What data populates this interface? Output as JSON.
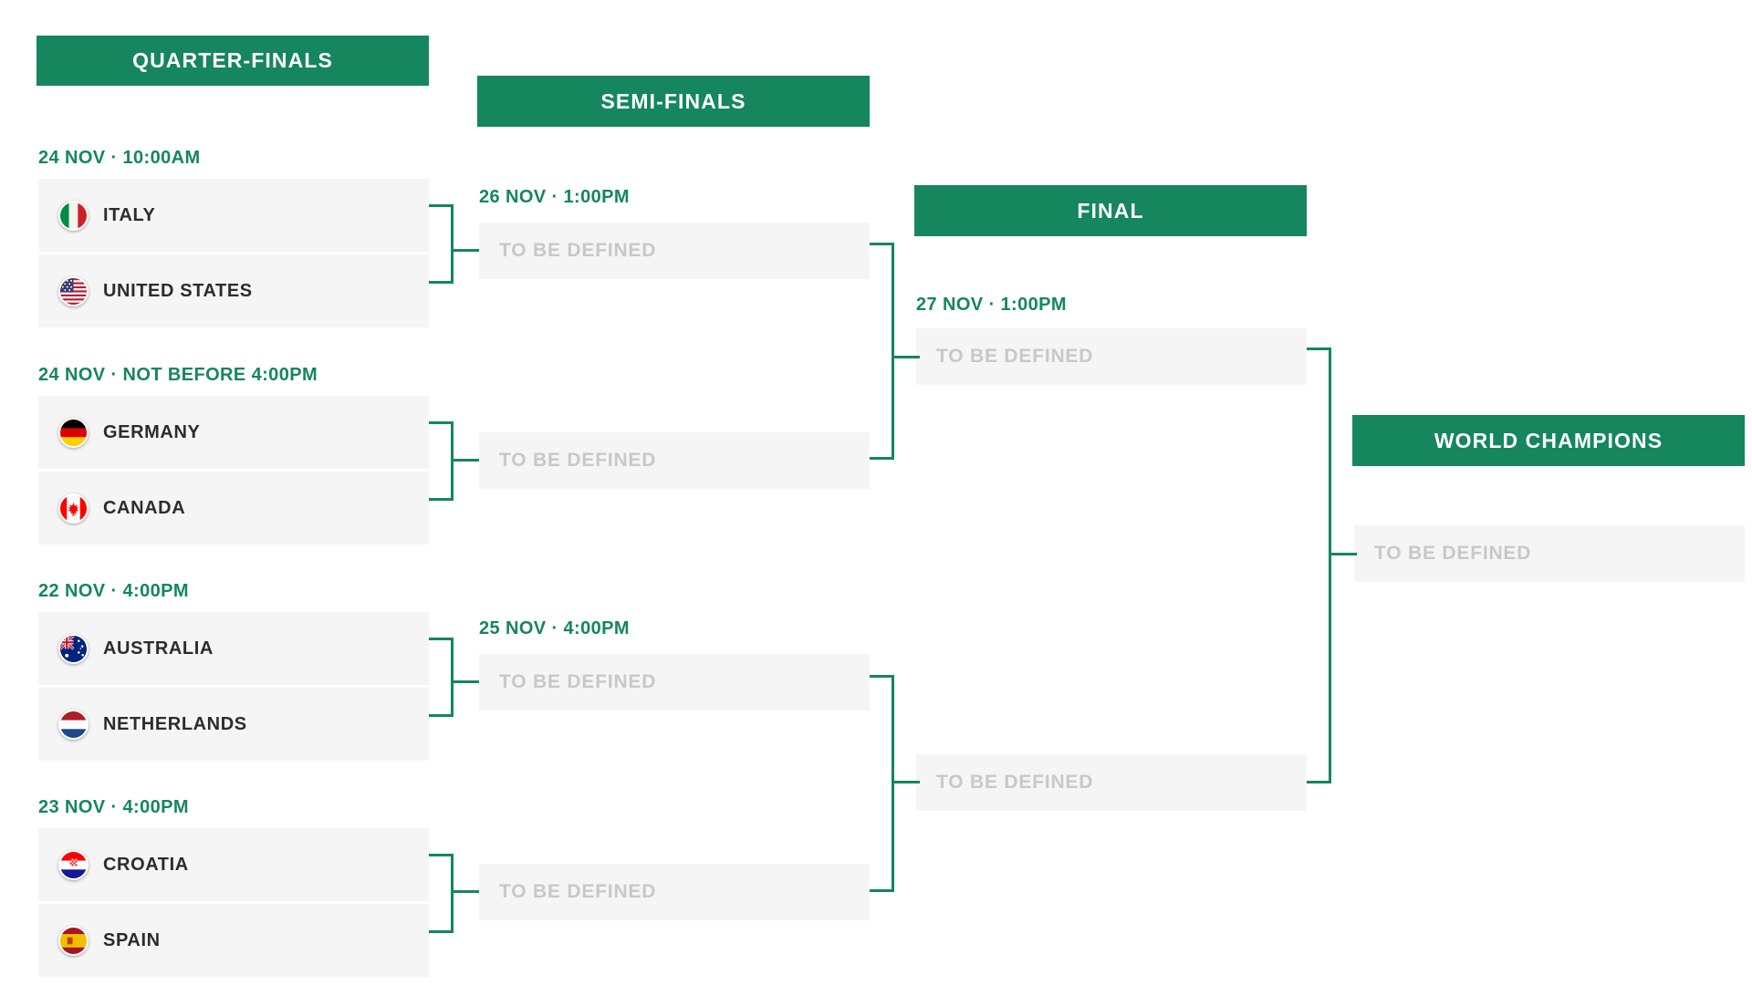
{
  "rounds": [
    {
      "id": "quarter-finals",
      "label": "QUARTER-FINALS"
    },
    {
      "id": "semi-finals",
      "label": "SEMI-FINALS"
    },
    {
      "id": "final",
      "label": "FINAL"
    },
    {
      "id": "world-champions",
      "label": "WORLD CHAMPIONS"
    }
  ],
  "quarter_finals": [
    {
      "date": "24 NOV · 10:00AM",
      "teams": [
        {
          "name": "ITALY",
          "flag": "flag-italy"
        },
        {
          "name": "UNITED STATES",
          "flag": "flag-united-states"
        }
      ]
    },
    {
      "date": "24 NOV · NOT BEFORE 4:00PM",
      "teams": [
        {
          "name": "GERMANY",
          "flag": "flag-germany"
        },
        {
          "name": "CANADA",
          "flag": "flag-canada"
        }
      ]
    },
    {
      "date": "22 NOV · 4:00PM",
      "teams": [
        {
          "name": "AUSTRALIA",
          "flag": "flag-australia"
        },
        {
          "name": "NETHERLANDS",
          "flag": "flag-netherlands"
        }
      ]
    },
    {
      "date": "23 NOV · 4:00PM",
      "teams": [
        {
          "name": "CROATIA",
          "flag": "flag-croatia"
        },
        {
          "name": "SPAIN",
          "flag": "flag-spain"
        }
      ]
    }
  ],
  "semi_finals": [
    {
      "date": "26 NOV · 1:00PM",
      "placeholder": "TO BE DEFINED"
    },
    {
      "date": "",
      "placeholder": "TO BE DEFINED"
    },
    {
      "date": "25 NOV · 4:00PM",
      "placeholder": "TO BE DEFINED"
    },
    {
      "date": "",
      "placeholder": "TO BE DEFINED"
    }
  ],
  "final": [
    {
      "date": "27 NOV · 1:00PM",
      "placeholder": "TO BE DEFINED"
    },
    {
      "date": "",
      "placeholder": "TO BE DEFINED"
    }
  ],
  "champion": {
    "placeholder": "TO BE DEFINED"
  },
  "colors": {
    "brand_green": "#15865E",
    "box_gray": "#F5F5F5",
    "team_text": "#2C2C2C",
    "placeholder_text": "#C8C8C8",
    "page_background": "#FFFFFF"
  }
}
